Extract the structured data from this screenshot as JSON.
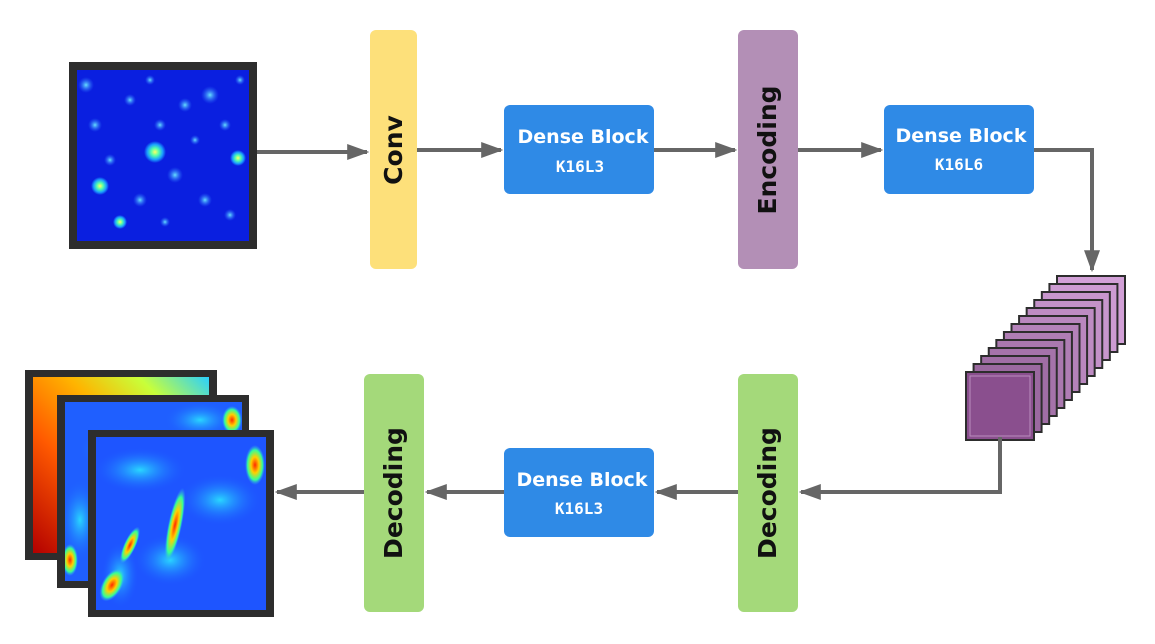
{
  "blocks": {
    "conv": {
      "label": "Conv",
      "color": "#fde07a"
    },
    "dense1": {
      "title": "Dense Block",
      "sub": "K16L3",
      "color": "#2f8ae6"
    },
    "encoding": {
      "label": "Encoding",
      "color": "#b38fb6"
    },
    "dense2": {
      "title": "Dense Block",
      "sub": "K16L6",
      "color": "#2f8ae6"
    },
    "decoding1": {
      "label": "Decoding",
      "color": "#a4d97a"
    },
    "dense3": {
      "title": "Dense Block",
      "sub": "K16L3",
      "color": "#2f8ae6"
    },
    "decoding2": {
      "label": "Decoding",
      "color": "#a4d97a"
    }
  },
  "colors": {
    "arrow": "#666666",
    "frame": "#2d2d2d",
    "feature_map": "#7e4a82"
  },
  "images": {
    "input": "input-permeability-field-image",
    "outputs": [
      "output-map-1-image",
      "output-map-2-image",
      "output-map-3-image"
    ]
  }
}
